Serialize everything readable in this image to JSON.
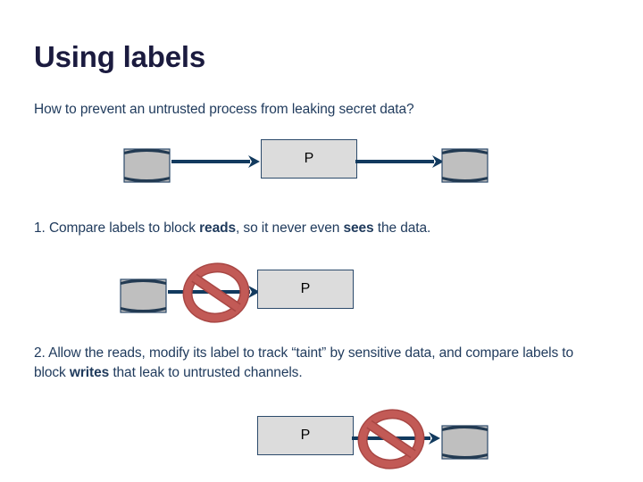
{
  "slide": {
    "title": "Using labels",
    "background_color": "#ffffff",
    "title_color": "#1b1b3f",
    "body_color": "#1f3a5c"
  },
  "paragraphs": {
    "question": "How to prevent an untrusted process from leaking secret data?",
    "step1": {
      "number": "1.",
      "part_a": " Compare labels to block ",
      "bold_a": "reads",
      "part_b": ", so it never even ",
      "bold_b": "sees",
      "part_c": " the data."
    },
    "step2": {
      "number": "2.",
      "part_a": " Allow the reads, modify its label to track “taint” by sensitive data, and compare labels to block ",
      "bold_a": "writes",
      "part_b": " that leak to untrusted channels."
    }
  },
  "diagrams": {
    "colors": {
      "arrow": "#123a5e",
      "cylinder_body": "#bfbfbf",
      "cylinder_cap": "#223a52",
      "cylinder_edge": "#2c4a6b",
      "process_fill": "#dcdcdc",
      "process_border": "#2c4a6b",
      "prohibit_red": "#c25a56",
      "prohibit_red_dark": "#a84643"
    },
    "row1": {
      "name": "allowed-read-write-flow",
      "source_store": "data-store-icon",
      "arrow_in": "arrow-right-icon",
      "process_label": "P",
      "arrow_out": "arrow-right-icon",
      "sink_store": "data-store-icon"
    },
    "row2": {
      "name": "blocked-read-flow",
      "source_store": "data-store-icon",
      "arrow_in": "arrow-right-icon",
      "blocker": "prohibition-sign-icon",
      "process_label": "P"
    },
    "row3": {
      "name": "blocked-write-flow",
      "process_label": "P",
      "arrow_out": "arrow-right-icon",
      "blocker": "prohibition-sign-icon",
      "sink_store": "data-store-icon"
    }
  }
}
